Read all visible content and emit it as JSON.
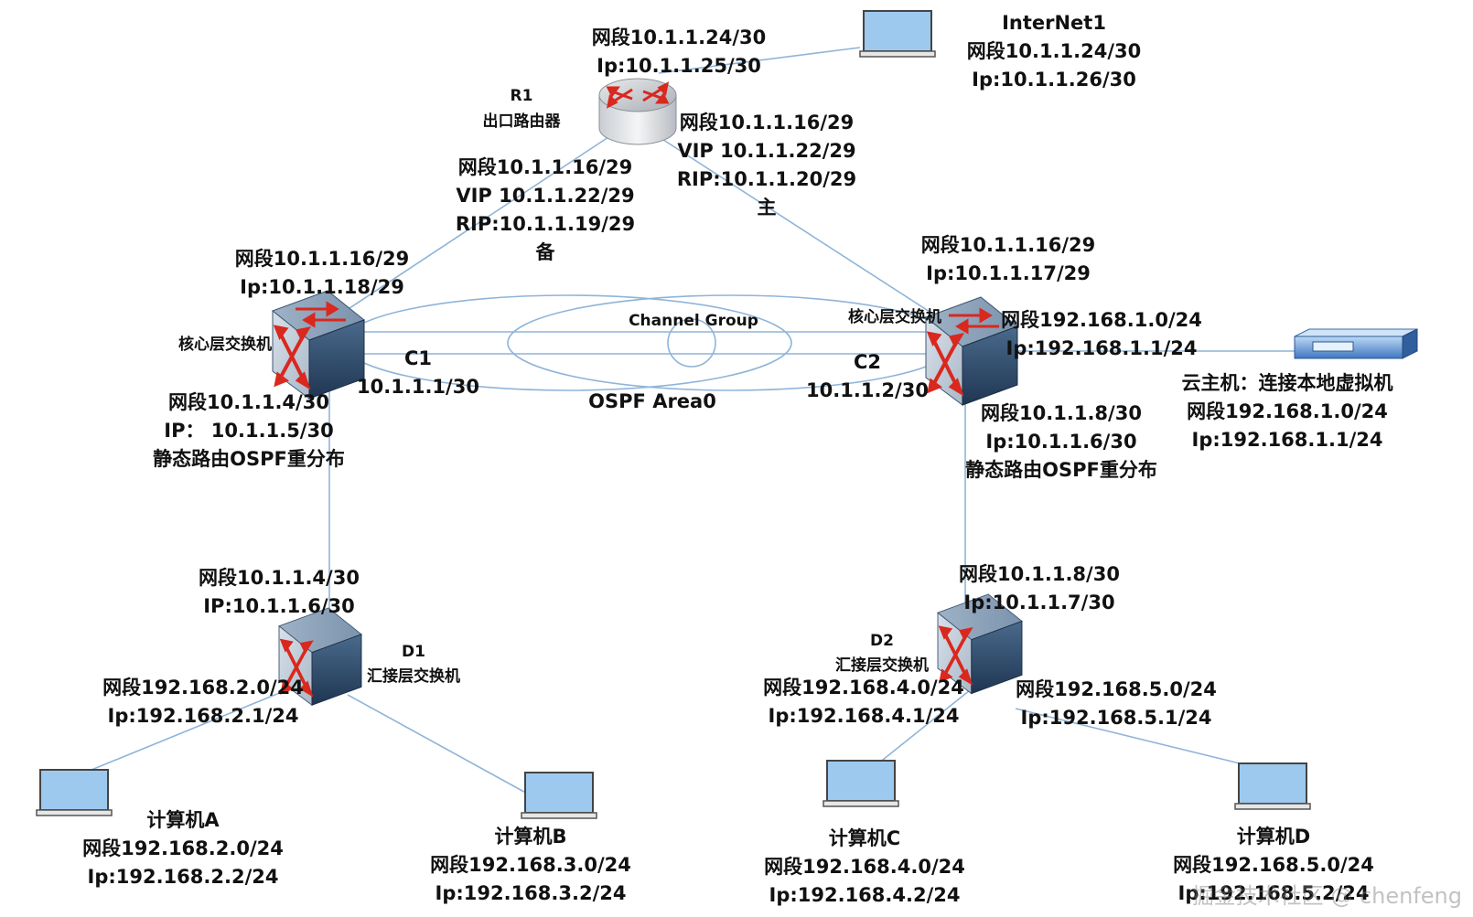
{
  "r1": {
    "name": "R1",
    "role": "出口路由器",
    "up": [
      "网段10.1.1.24/30",
      "Ip:10.1.1.25/30"
    ],
    "main": [
      "网段10.1.1.16/29",
      "VIP  10.1.1.22/29",
      "RIP:10.1.1.20/29",
      "主"
    ],
    "backup": [
      "网段10.1.1.16/29",
      "VIP  10.1.1.22/29",
      "RIP:10.1.1.19/29",
      "备"
    ]
  },
  "internet": {
    "lines": [
      "InterNet1",
      "网段10.1.1.24/30",
      "Ip:10.1.1.26/30"
    ]
  },
  "c1": {
    "role": "核心层交换机",
    "name": "C1",
    "link_ip": "10.1.1.1/30",
    "up": [
      "网段10.1.1.16/29",
      "Ip:10.1.1.18/29"
    ],
    "down": [
      "网段10.1.1.4/30",
      "IP：  10.1.1.5/30",
      "静态路由OSPF重分布"
    ]
  },
  "c2": {
    "role": "核心层交换机",
    "name": "C2",
    "link_ip": "10.1.1.2/30",
    "up": [
      "网段10.1.1.16/29",
      "Ip:10.1.1.17/29"
    ],
    "right": [
      "网段192.168.1.0/24",
      "Ip:192.168.1.1/24"
    ],
    "down": [
      "网段10.1.1.8/30",
      "Ip:10.1.1.6/30",
      "静态路由OSPF重分布"
    ]
  },
  "core_link": {
    "channel": "Channel Group",
    "ospf": "OSPF  Area0"
  },
  "cloud": {
    "lines": [
      "云主机：连接本地虚拟机",
      "网段192.168.1.0/24",
      "Ip:192.168.1.1/24"
    ]
  },
  "d1": {
    "name": "D1",
    "role": "汇接层交换机",
    "up": [
      "网段10.1.1.4/30",
      "IP:10.1.1.6/30"
    ],
    "left": [
      "网段192.168.2.0/24",
      "Ip:192.168.2.1/24"
    ]
  },
  "d2": {
    "name": "D2",
    "role": "汇接层交换机",
    "up": [
      "网段10.1.1.8/30",
      "Ip:10.1.1.7/30"
    ],
    "left": [
      "网段192.168.4.0/24",
      "Ip:192.168.4.1/24"
    ],
    "right": [
      "网段192.168.5.0/24",
      "Ip:192.168.5.1/24"
    ]
  },
  "pc_a": {
    "lines": [
      "计算机A",
      "网段192.168.2.0/24",
      "Ip:192.168.2.2/24"
    ]
  },
  "pc_b": {
    "lines": [
      "计算机B",
      "网段192.168.3.0/24",
      "Ip:192.168.3.2/24"
    ]
  },
  "pc_c": {
    "lines": [
      "计算机C",
      "网段192.168.4.0/24",
      "Ip:192.168.4.2/24"
    ]
  },
  "pc_d": {
    "lines": [
      "计算机D",
      "网段192.168.5.0/24",
      "Ip:192.168.5.2/24"
    ]
  },
  "watermark": "掘金技术社区 @ chenfeng",
  "colors": {
    "link": "#8fb4d9",
    "screen": "#9dc9ef",
    "switch": "#3f5f80",
    "arrow": "#d9281e"
  }
}
